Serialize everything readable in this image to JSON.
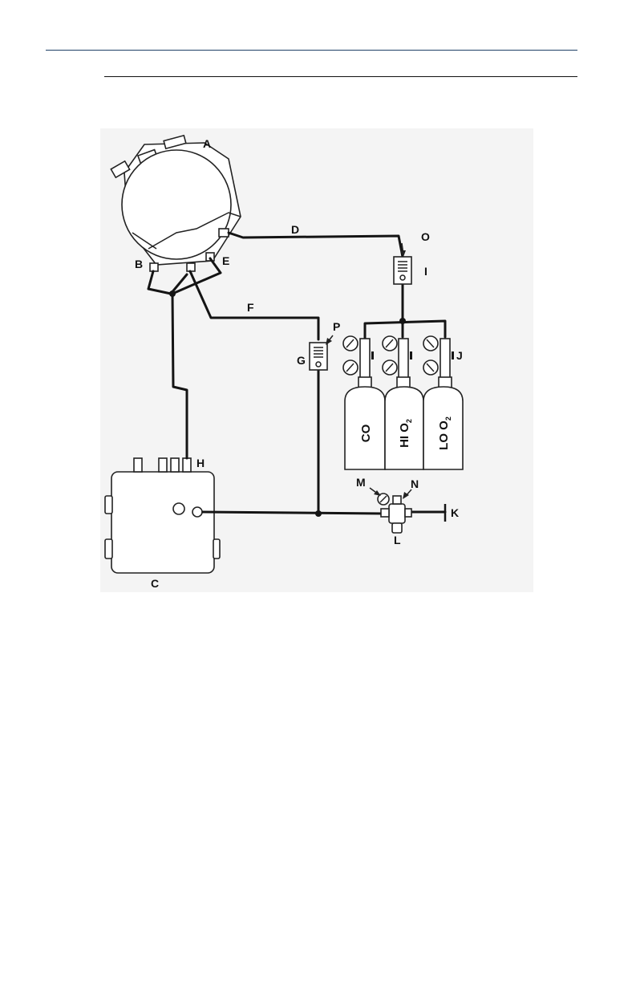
{
  "labels": {
    "A": "A",
    "B": "B",
    "C": "C",
    "D": "D",
    "E": "E",
    "F": "F",
    "G": "G",
    "H": "H",
    "I": "I",
    "J": "J",
    "K": "K",
    "L": "L",
    "M": "M",
    "N": "N",
    "O": "O",
    "P": "P"
  },
  "cylinders": [
    {
      "main": "CO",
      "sub": ""
    },
    {
      "main": "HI O",
      "sub": "2"
    },
    {
      "main": "LO O",
      "sub": "2"
    }
  ],
  "colors": {
    "header_rule": "#1f3f66",
    "line": "#141414",
    "panel": "#f4f4f4"
  }
}
